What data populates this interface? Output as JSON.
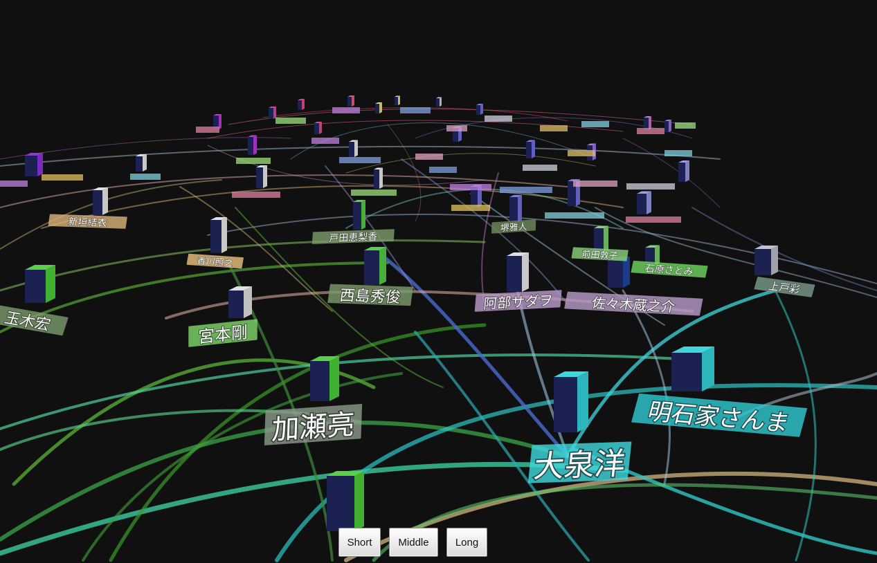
{
  "controls": {
    "short_label": "Short",
    "middle_label": "Middle",
    "long_label": "Long"
  },
  "nodes": {
    "labels": [
      {
        "name": "大泉洋",
        "color": "#3fd6dc"
      },
      {
        "name": "明石家さんま",
        "color": "#2fc7cf"
      },
      {
        "name": "加瀬亮",
        "color": "#8a9a88"
      },
      {
        "name": "宮本剛",
        "color": "#7fd46a"
      },
      {
        "name": "西島秀俊",
        "color": "#7b9a6b"
      },
      {
        "name": "阿部サダヲ",
        "color": "#b89ac8"
      },
      {
        "name": "佐々木蔵之介",
        "color": "#b49ac4"
      },
      {
        "name": "戸田恵梨香",
        "color": "#7a9a6a"
      },
      {
        "name": "堺雅人",
        "color": "#6e8a5c"
      },
      {
        "name": "前田敦子",
        "color": "#8ad07a"
      },
      {
        "name": "石原さとみ",
        "color": "#6fd45e"
      },
      {
        "name": "上戸彩",
        "color": "#7a9a8a"
      },
      {
        "name": "玉木宏",
        "color": "#7a9a6a"
      },
      {
        "name": "新垣結衣",
        "color": "#d8b07a"
      },
      {
        "name": "香川照之",
        "color": "#e8c080"
      }
    ]
  }
}
